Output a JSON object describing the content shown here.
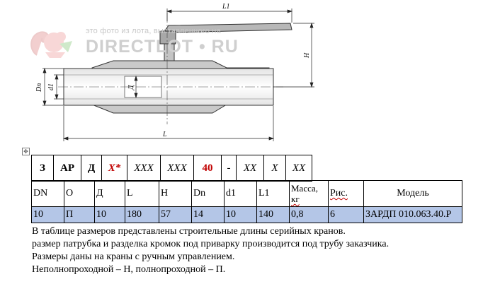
{
  "drawing": {
    "labels": {
      "L1": "L1",
      "H": "H",
      "Dn": "Dn",
      "d1": "d1",
      "D": "Д",
      "L": "L"
    },
    "icons": [
      "ball-valve-technical-drawing",
      "squirrel-logo-icon"
    ]
  },
  "watermark": {
    "text": "это фото из лота, выставленного на",
    "logo": "DIRECTLOT • RU"
  },
  "code_table": {
    "cells": [
      "З",
      "АР",
      "Д",
      "Х*",
      "ХХХ",
      "ХХХ",
      "40",
      "-",
      "ХХ",
      "Х",
      "ХХ"
    ]
  },
  "spec_table": {
    "headers": [
      "DN",
      "О",
      "Д",
      "L",
      "H",
      "Dn",
      "d1",
      "L1",
      "Масса, кг",
      "Рис.",
      "Модель"
    ],
    "header_mass_line1": "Масса,",
    "header_mass_line2": "кг",
    "row": [
      "10",
      "П",
      "10",
      "180",
      "57",
      "14",
      "10",
      "140",
      "0,8",
      "6",
      "ЗАРДП 010.063.40.Р"
    ]
  },
  "notes": [
    " В таблице размеров представлены строительные длины серийных кранов.",
    "размер патрубка и разделка кромок под приварку производится под трубу заказчика.",
    "Размеры даны на краны с ручным управлением.",
    "Неполнопроходной – Н, полнопроходной – П."
  ],
  "colors": {
    "row_highlight": "#b4c6e7",
    "red_code": "#c00000",
    "drawing_fill": "#c8c8c8"
  }
}
